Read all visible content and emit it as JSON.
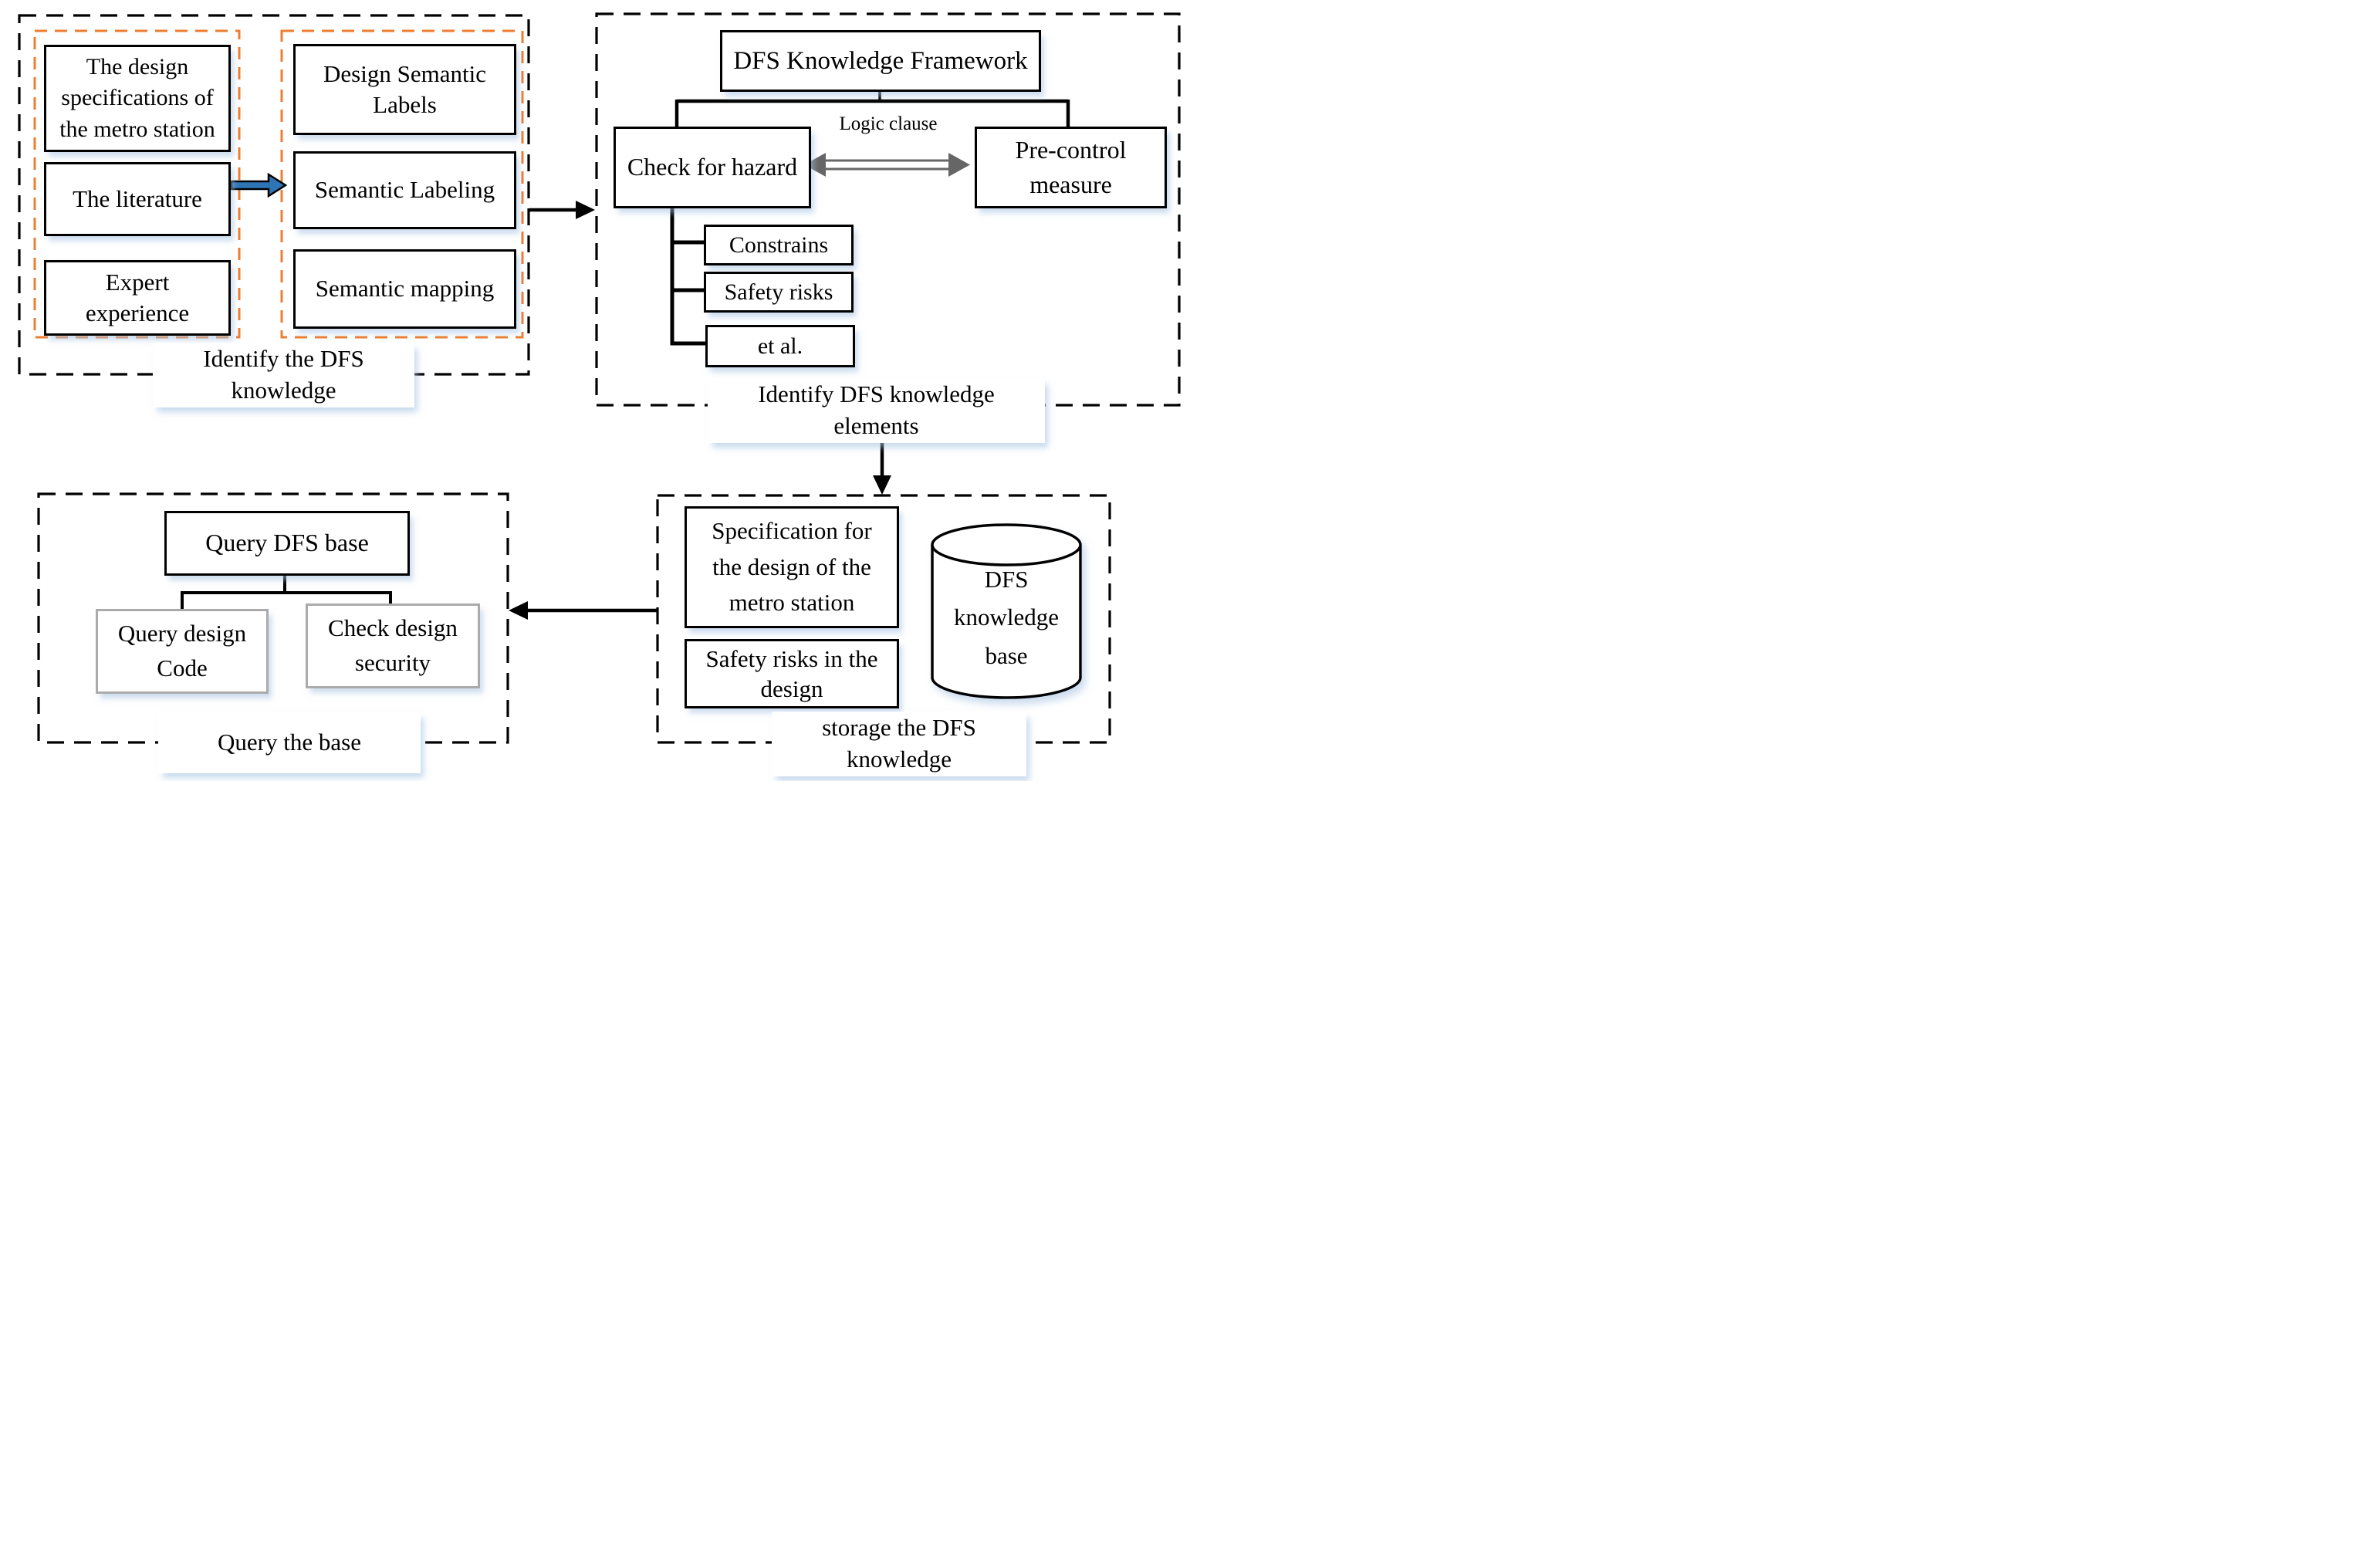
{
  "diagram": {
    "top_left": {
      "label_lines": [
        "Identify the DFS",
        "knowledge"
      ],
      "sources": {
        "box1_lines": [
          "The design",
          "specifications of",
          "the metro station"
        ],
        "box2_lines": [
          "The literature"
        ],
        "box3_lines": [
          "Expert",
          "experience"
        ]
      },
      "semantic": {
        "box1_lines": [
          "Design Semantic",
          "Labels"
        ],
        "box2_lines": [
          "Semantic Labeling"
        ],
        "box3_lines": [
          "Semantic mapping"
        ]
      }
    },
    "top_right": {
      "label_lines": [
        "Identify DFS knowledge",
        "elements"
      ],
      "framework_lines": [
        "DFS Knowledge Framework"
      ],
      "check_hazard_lines": [
        "Check for hazard"
      ],
      "logic_clause": "Logic clause",
      "pre_control_lines": [
        "Pre-control",
        "measure"
      ],
      "element1_lines": [
        "Constrains"
      ],
      "element2_lines": [
        "Safety risks"
      ],
      "element3_lines": [
        "et al."
      ]
    },
    "bottom_right": {
      "label_lines": [
        "storage the DFS",
        "knowledge"
      ],
      "spec_lines": [
        "Specification for",
        "the design of the",
        "metro station"
      ],
      "safety_lines": [
        "Safety risks in the",
        "design"
      ],
      "database_lines": [
        "DFS",
        "knowledge",
        "base"
      ]
    },
    "bottom_left": {
      "label_lines": [
        "Query the base"
      ],
      "query_base_lines": [
        "Query DFS base"
      ],
      "query_code_lines": [
        "Query design",
        "Code"
      ],
      "check_security_lines": [
        "Check design",
        "security"
      ]
    }
  },
  "colors": {
    "line_black": "#000000",
    "orange_dashed": "#ED7D31",
    "arrow_blue": "#2E75B6",
    "arrow_gray": "#666666",
    "gray_box_border": "#ABABAB",
    "shadow_blue": "#A9C4E4"
  }
}
